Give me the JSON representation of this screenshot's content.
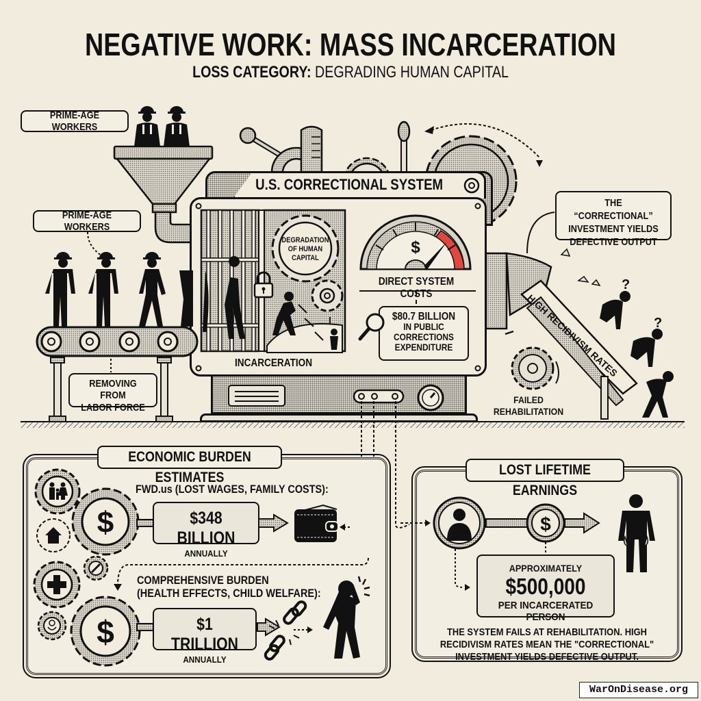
{
  "header": {
    "title": "NEGATIVE WORK: MASS INCARCERATION",
    "subtitle_bold": "LOSS CATEGORY:",
    "subtitle_rest": "DEGRADING HUMAN CAPITAL"
  },
  "machine": {
    "top_label": "PRIME-AGE WORKERS",
    "conveyor_label": "PRIME-AGE WORKERS",
    "removing_label_line1": "REMOVING FROM",
    "removing_label_line2": "LABOR FORCE",
    "system_title": "U.S. CORRECTIONAL SYSTEM",
    "incarceration_label": "INCARCERATION",
    "gear_label_line1": "DEGRADATION",
    "gear_label_line2": "OF HUMAN",
    "gear_label_line3": "CAPITAL",
    "gauge_symbol": "$",
    "gauge_label": "DIRECT SYSTEM COSTS",
    "expenditure_line1": "$80.7 BILLION",
    "expenditure_line2": "IN PUBLIC",
    "expenditure_line3": "CORRECTIONS",
    "expenditure_line4": "EXPENDITURE",
    "defective_line1": "THE “CORRECTIONAL”",
    "defective_line2": "INVESTMENT YIELDS",
    "defective_line3": "DEFECTIVE OUTPUT",
    "chute_label": "HIGH RECIDIVISM RATES",
    "failed_line1": "FAILED",
    "failed_line2": "REHABILITATION",
    "question_mark": "?"
  },
  "economic_burden": {
    "title": "ECONOMIC BURDEN ESTIMATES",
    "fwd_label": "FWD.us (LOST WAGES, FAMILY COSTS):",
    "fwd_value": "$348 BILLION",
    "fwd_period": "ANNUALLY",
    "comp_label_line1": "COMPREHENSIVE BURDEN",
    "comp_label_line2": "(HEALTH EFFECTS, CHILD WELFARE):",
    "comp_value": "$1 TRILLION",
    "comp_period": "ANNUALLY",
    "dollar_symbol": "$"
  },
  "lifetime": {
    "title": "LOST LIFETIME EARNINGS",
    "approx": "APPROXIMATELY",
    "value": "$500,000",
    "per": "PER INCARCERATED PERSON",
    "note_line1": "THE SYSTEM FAILS AT REHABILITATION. HIGH",
    "note_line2": "RECIDIVISM RATES MEAN THE \"CORRECTIONAL\"",
    "note_line3": "INVESTMENT YIELDS DEFECTIVE OUTPUT.",
    "dollar_symbol": "$"
  },
  "watermark": "WarOnDisease.org",
  "colors": {
    "background": "#f2ecdf",
    "ink": "#111111",
    "gauge_red": "#e0483d",
    "halftone": "#d8d3c7"
  }
}
